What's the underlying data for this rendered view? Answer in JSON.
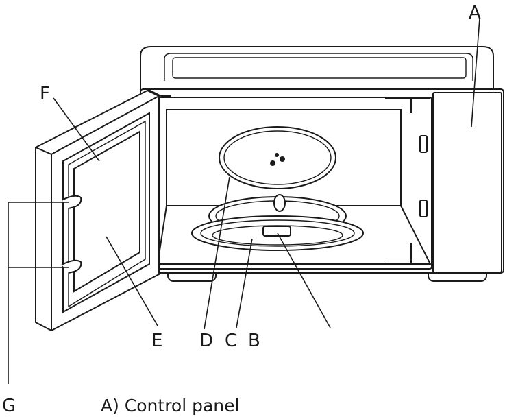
{
  "labels": {
    "a": "A",
    "b": "B",
    "c": "C",
    "d": "D",
    "e": "E",
    "f": "F",
    "g": "G"
  },
  "caption": "A) Control panel"
}
